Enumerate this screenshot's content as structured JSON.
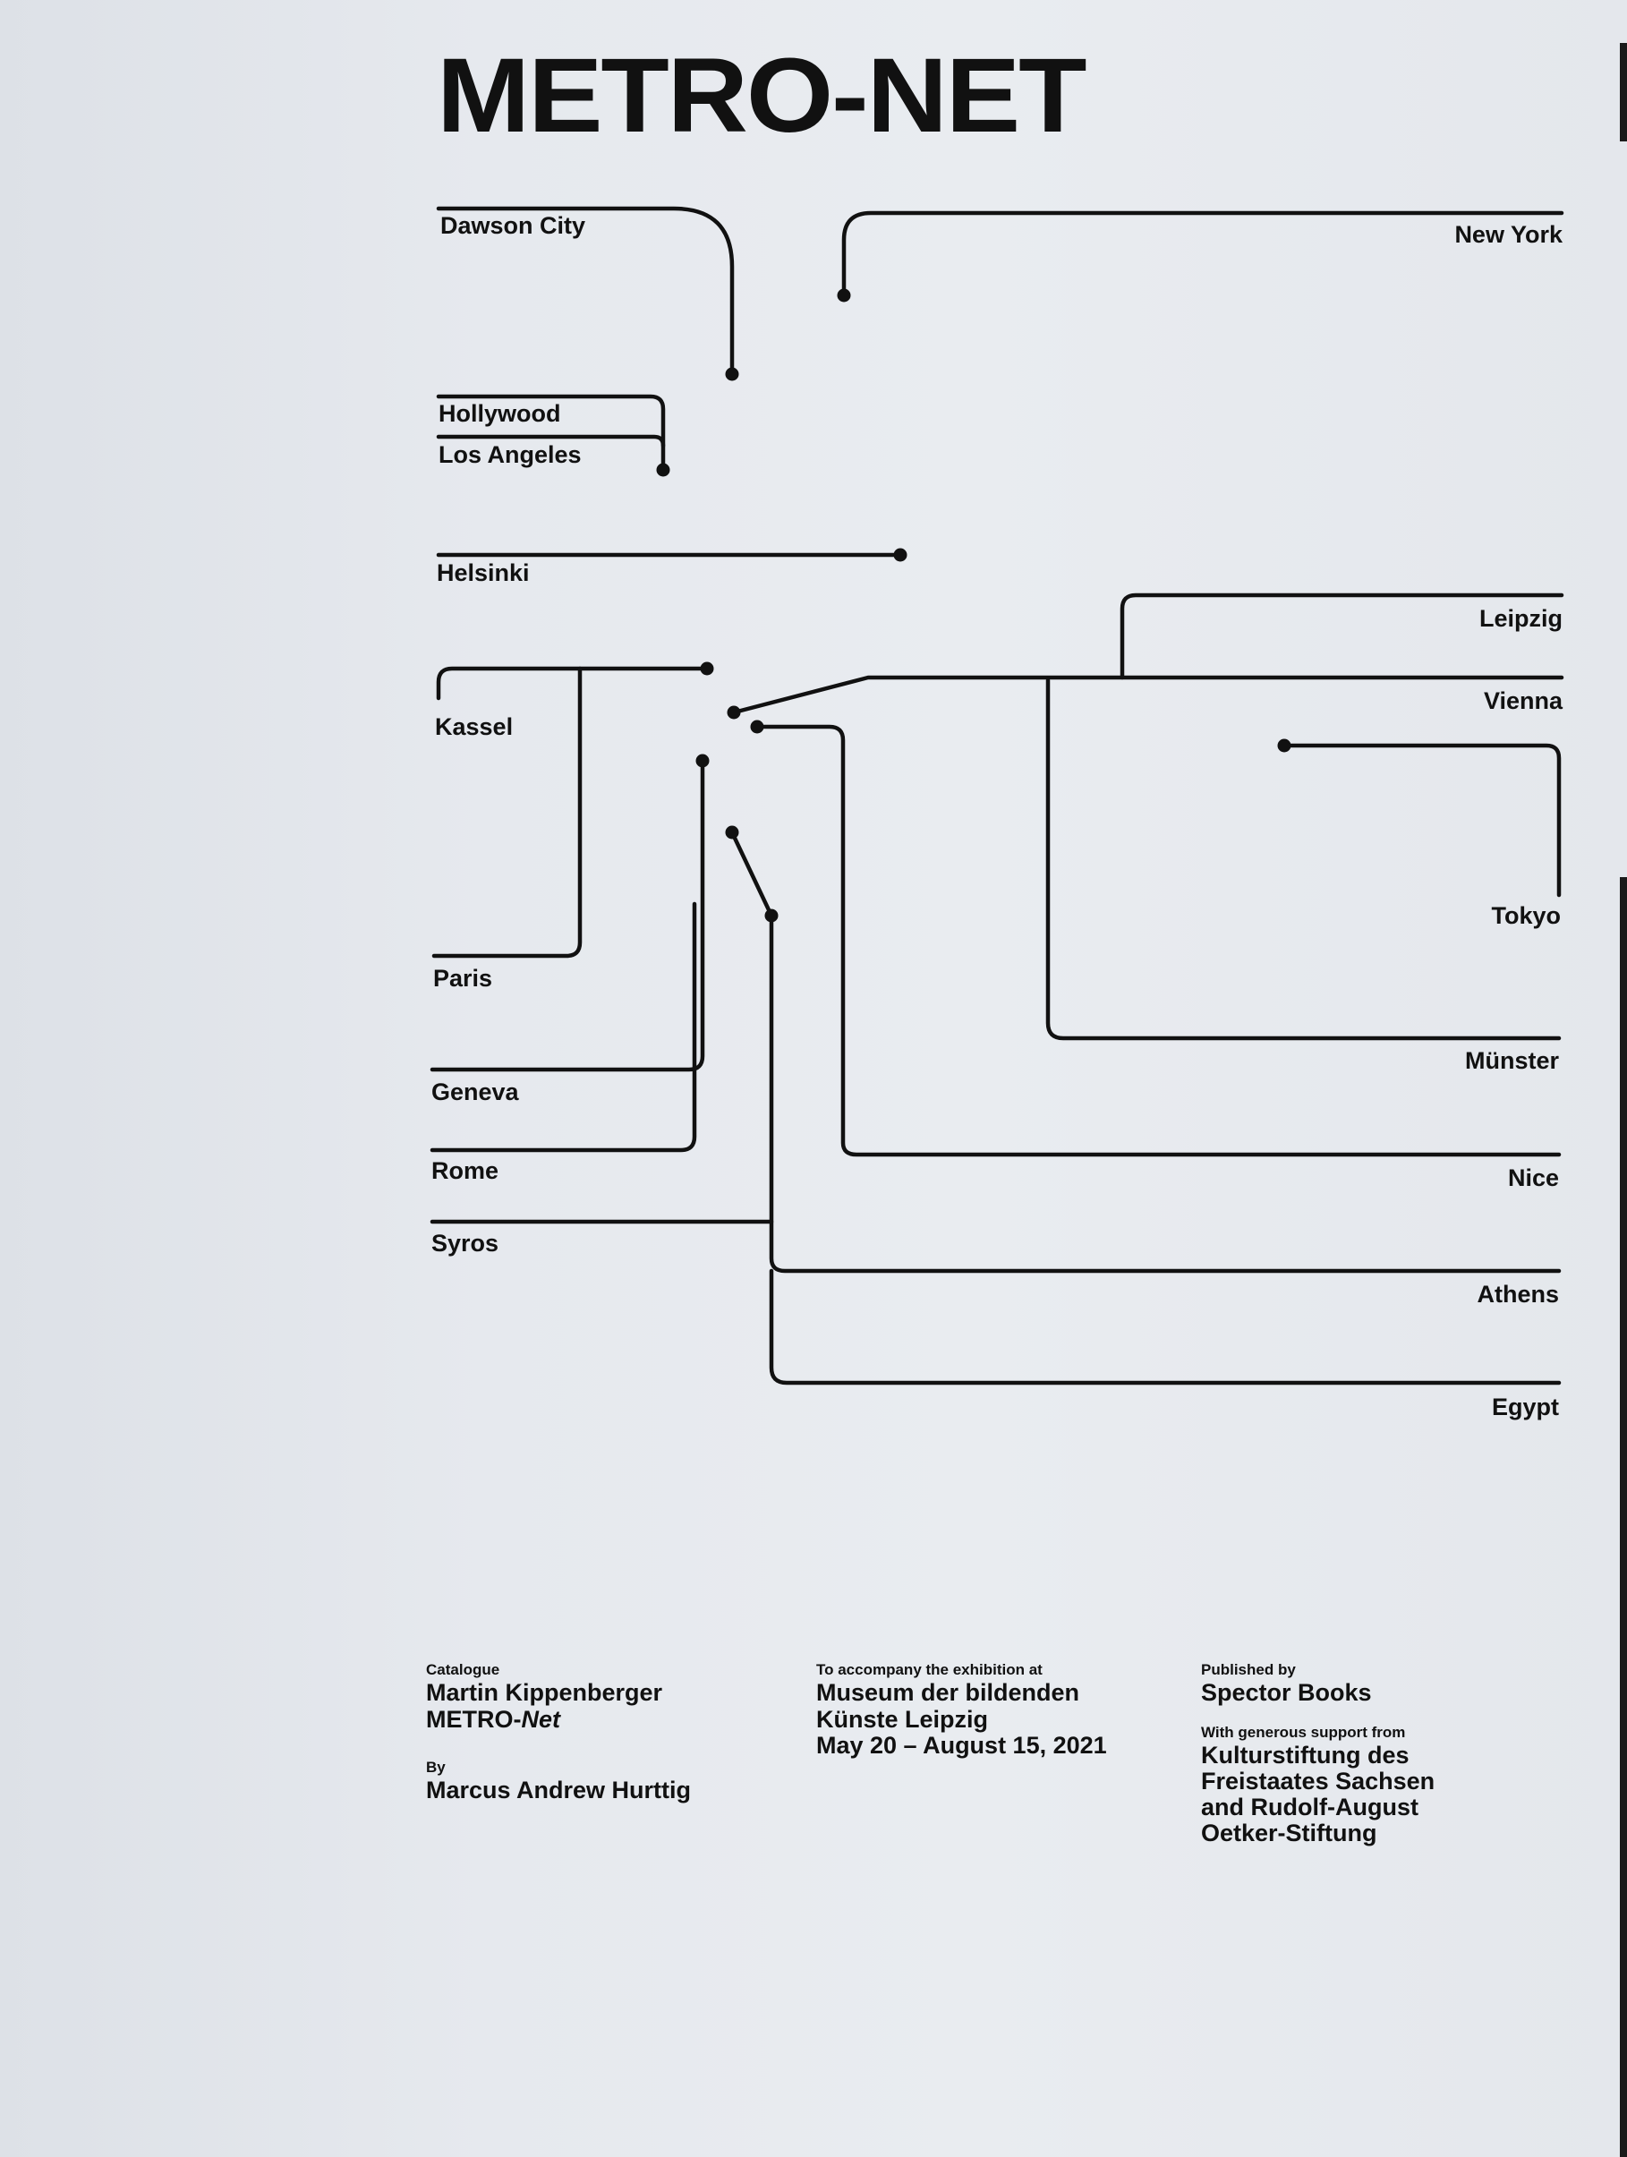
{
  "title": "METRO-NET",
  "cities": {
    "dawson_city": "Dawson City",
    "new_york": "New York",
    "hollywood": "Hollywood",
    "los_angeles": "Los Angeles",
    "helsinki": "Helsinki",
    "leipzig": "Leipzig",
    "kassel": "Kassel",
    "vienna": "Vienna",
    "tokyo": "Tokyo",
    "paris": "Paris",
    "muenster": "Münster",
    "geneva": "Geneva",
    "rome": "Rome",
    "nice": "Nice",
    "syros": "Syros",
    "athens": "Athens",
    "egypt": "Egypt"
  },
  "colophon": {
    "catalogue_label": "Catalogue",
    "artist": "Martin Kippenberger",
    "work_prefix": "METRO-",
    "work_suffix": "Net",
    "by_label": "By",
    "author": "Marcus Andrew Hurttig",
    "exhibition_label": "To accompany the exhibition at",
    "museum_line1": "Museum der bildenden",
    "museum_line2": "Künste Leipzig",
    "dates": "May 20 – August 15, 2021",
    "published_label": "Published by",
    "publisher": "Spector Books",
    "support_label": "With generous support from",
    "support_line1": "Kulturstiftung des",
    "support_line2": "Freistaates Sachsen",
    "support_line3": "and Rudolf-August",
    "support_line4": "Oetker-Stiftung"
  },
  "colors": {
    "ink": "#111111",
    "paper": "#e7eaee"
  }
}
